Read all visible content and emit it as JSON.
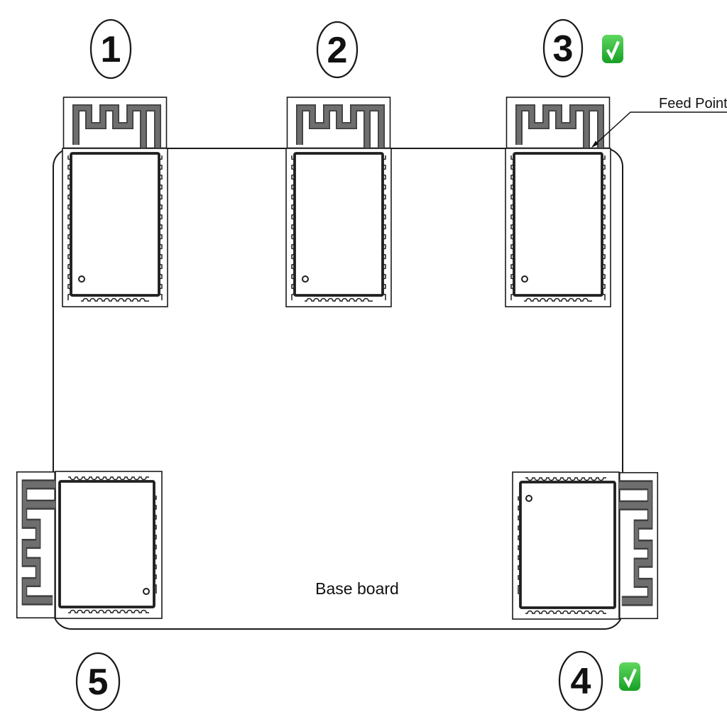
{
  "diagram": {
    "base_board_label": "Base board",
    "feed_point_label": "Feed Point",
    "modules": [
      {
        "label": "1",
        "position": "top-left",
        "antenna_direction": "up",
        "checked": false
      },
      {
        "label": "2",
        "position": "top-center",
        "antenna_direction": "up",
        "checked": false
      },
      {
        "label": "3",
        "position": "top-right",
        "antenna_direction": "up",
        "checked": true
      },
      {
        "label": "4",
        "position": "bottom-right",
        "antenna_direction": "right",
        "checked": true
      },
      {
        "label": "5",
        "position": "bottom-left",
        "antenna_direction": "left",
        "checked": false
      }
    ],
    "colors": {
      "trace_outline": "#3f3f3f",
      "trace_fill": "#6e6e6e",
      "check_green_light": "#5fd75f",
      "check_green_dark": "#17a024"
    }
  }
}
